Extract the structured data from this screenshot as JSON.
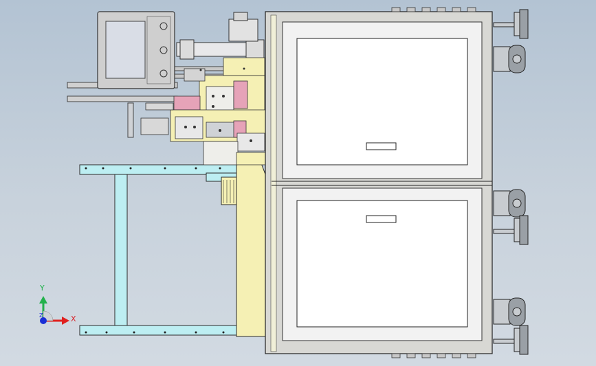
{
  "viewport": {
    "background_top": "#b3c3d3",
    "background_bottom": "#d2dae2"
  },
  "axis_triad": {
    "y_label": "Y",
    "x_label": "X",
    "z_label": "Z",
    "y_color": "#22b14c",
    "x_color": "#e0201e",
    "z_color": "#1a2fd6"
  },
  "colors": {
    "cabinet_frame": "#d8d8d4",
    "cabinet_panel": "#f2f2f2",
    "frame_cyan": "#bdeef2",
    "yellow_plate": "#f5f0b4",
    "screen_body": "#cfcfcf",
    "screen_display": "#d9dde6",
    "pink_part": "#e6a3b8"
  },
  "cabinet": {
    "doors": [
      {
        "name": "upper-door"
      },
      {
        "name": "lower-door"
      }
    ]
  }
}
